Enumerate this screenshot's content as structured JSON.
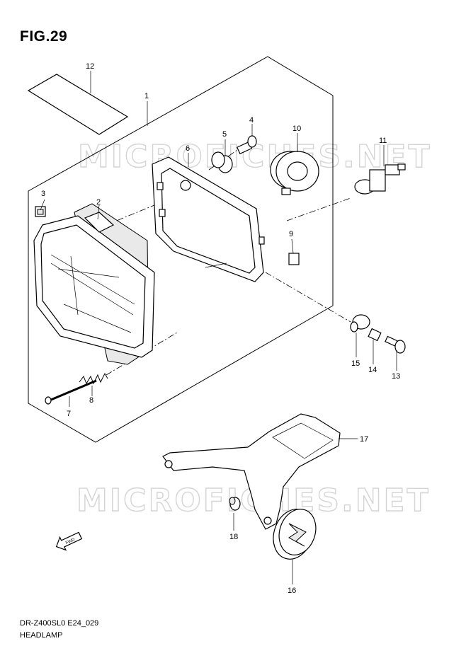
{
  "figure": {
    "title": "FIG.29",
    "code": "DR-Z400SL0 E24_029",
    "name": "HEADLAMP"
  },
  "watermark": "MICROFICHES.NET",
  "direction_marker": "FWD",
  "callouts": {
    "c1": "1",
    "c2": "2",
    "c3": "3",
    "c4": "4",
    "c5": "5",
    "c6": "6",
    "c7": "7",
    "c8": "8",
    "c9": "9",
    "c10": "10",
    "c11": "11",
    "c12": "12",
    "c13": "13",
    "c14": "14",
    "c15": "15",
    "c16": "16",
    "c17": "17",
    "c18": "18"
  }
}
